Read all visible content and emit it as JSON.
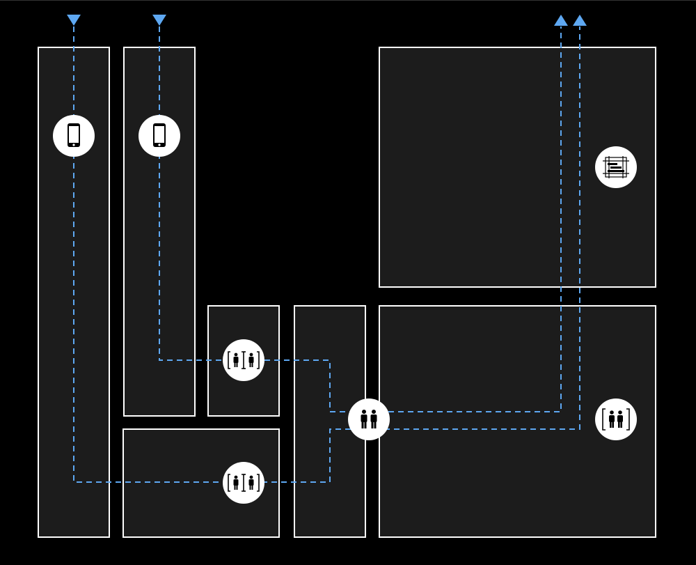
{
  "colors": {
    "background": "#000000",
    "zone_fill": "#1c1c1c",
    "zone_border": "#ffffff",
    "flow_line": "#5ea8f2",
    "node_fill": "#ffffff",
    "icon": "#000000"
  },
  "zones": [
    {
      "id": "zone-left-tall"
    },
    {
      "id": "zone-left-second"
    },
    {
      "id": "zone-small-center"
    },
    {
      "id": "zone-bottom-left"
    },
    {
      "id": "zone-center-column"
    },
    {
      "id": "zone-top-right"
    },
    {
      "id": "zone-bottom-right"
    }
  ],
  "nodes": [
    {
      "id": "node-phone-1",
      "icon": "mobile-phone-icon"
    },
    {
      "id": "node-phone-2",
      "icon": "mobile-phone-icon"
    },
    {
      "id": "node-gate-upper",
      "icon": "turnstile-gate-icon"
    },
    {
      "id": "node-gate-lower",
      "icon": "turnstile-gate-icon"
    },
    {
      "id": "node-people-center",
      "icon": "two-people-icon"
    },
    {
      "id": "node-people-bracketed",
      "icon": "bracketed-people-icon"
    },
    {
      "id": "node-document",
      "icon": "document-list-icon"
    }
  ],
  "flows": [
    {
      "id": "flow-phone-1",
      "direction": "in"
    },
    {
      "id": "flow-phone-2",
      "direction": "in"
    },
    {
      "id": "flow-out-1",
      "direction": "out"
    },
    {
      "id": "flow-out-2",
      "direction": "out"
    }
  ]
}
